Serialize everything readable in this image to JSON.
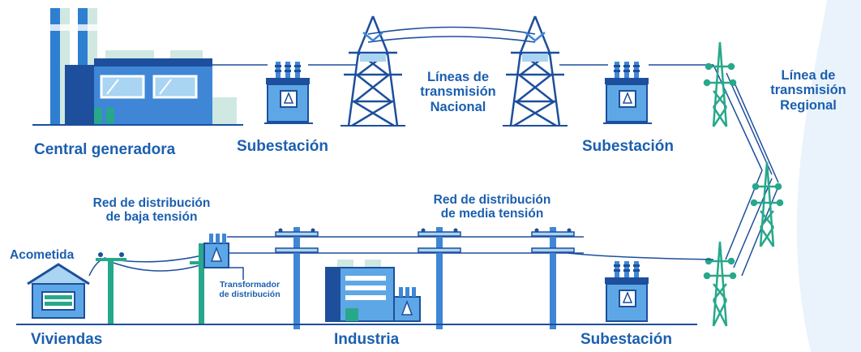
{
  "labels": {
    "central_generadora": "Central generadora",
    "subestacion_1": "Subestación",
    "lineas_nacional": "Líneas de\ntransmisión\nNacional",
    "subestacion_2": "Subestación",
    "linea_regional": "Línea de\ntransmisión\nRegional",
    "red_baja": "Red de distribución\nde baja tensión",
    "red_media": "Red de distribución\nde media tensión",
    "acometida": "Acometida",
    "transformador": "Transformador\nde distribución",
    "viviendas": "Viviendas",
    "industria": "Industria",
    "subestacion_3": "Subestación"
  },
  "colors": {
    "label_blue": "#1b5fb0",
    "dark_blue": "#1d4f9c",
    "mid_blue": "#3f86d6",
    "light_blue": "#a9d4f2",
    "mint": "#cfe8e2",
    "green": "#27a88a",
    "background_wave": "#eaf3fb"
  },
  "icons": {
    "hazard": "lightning-warning-icon"
  }
}
